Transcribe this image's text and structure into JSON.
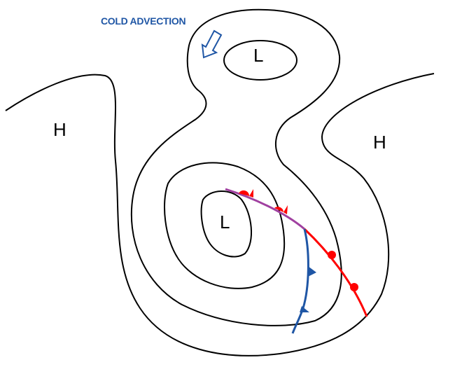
{
  "annotation": "COLD ADVECTION",
  "pressure_labels": {
    "high_left": "H",
    "high_right": "H",
    "low_upper": "L",
    "low_lower": "L"
  },
  "colors": {
    "isobar": "#000000",
    "cold_front": "#1f56a5",
    "warm_front": "#ff0000",
    "occluded_front": "#a040a0",
    "annotation": "#1f56a5"
  }
}
